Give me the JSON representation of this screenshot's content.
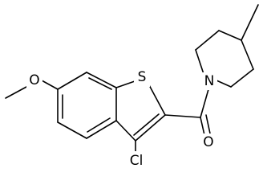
{
  "molecule": {
    "atoms": {
      "S": "S",
      "O_carbonyl": "O",
      "N": "N",
      "Cl": "Cl",
      "O_methoxy": "O"
    }
  }
}
